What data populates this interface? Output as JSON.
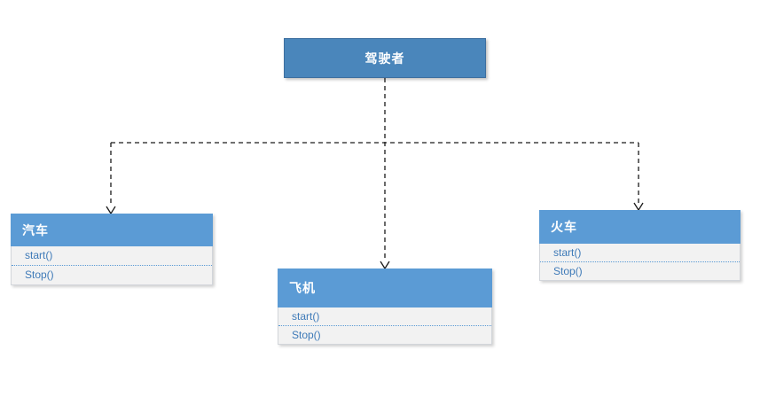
{
  "diagram": {
    "root": {
      "label": "驾驶者"
    },
    "classes": [
      {
        "name": "汽车",
        "methods": [
          "start()",
          "Stop()"
        ]
      },
      {
        "name": "飞机",
        "methods": [
          "start()",
          "Stop()"
        ]
      },
      {
        "name": "火车",
        "methods": [
          "start()",
          "Stop()"
        ]
      }
    ],
    "colors": {
      "root_fill": "#4a86bb",
      "root_border": "#3c6e9f",
      "class_header_fill": "#5b9bd5",
      "method_text": "#3e7ab8",
      "method_bg": "#f2f2f2",
      "method_separator": "#5b9bd5",
      "connector": "#1a1a1a",
      "background": "#ffffff"
    }
  }
}
